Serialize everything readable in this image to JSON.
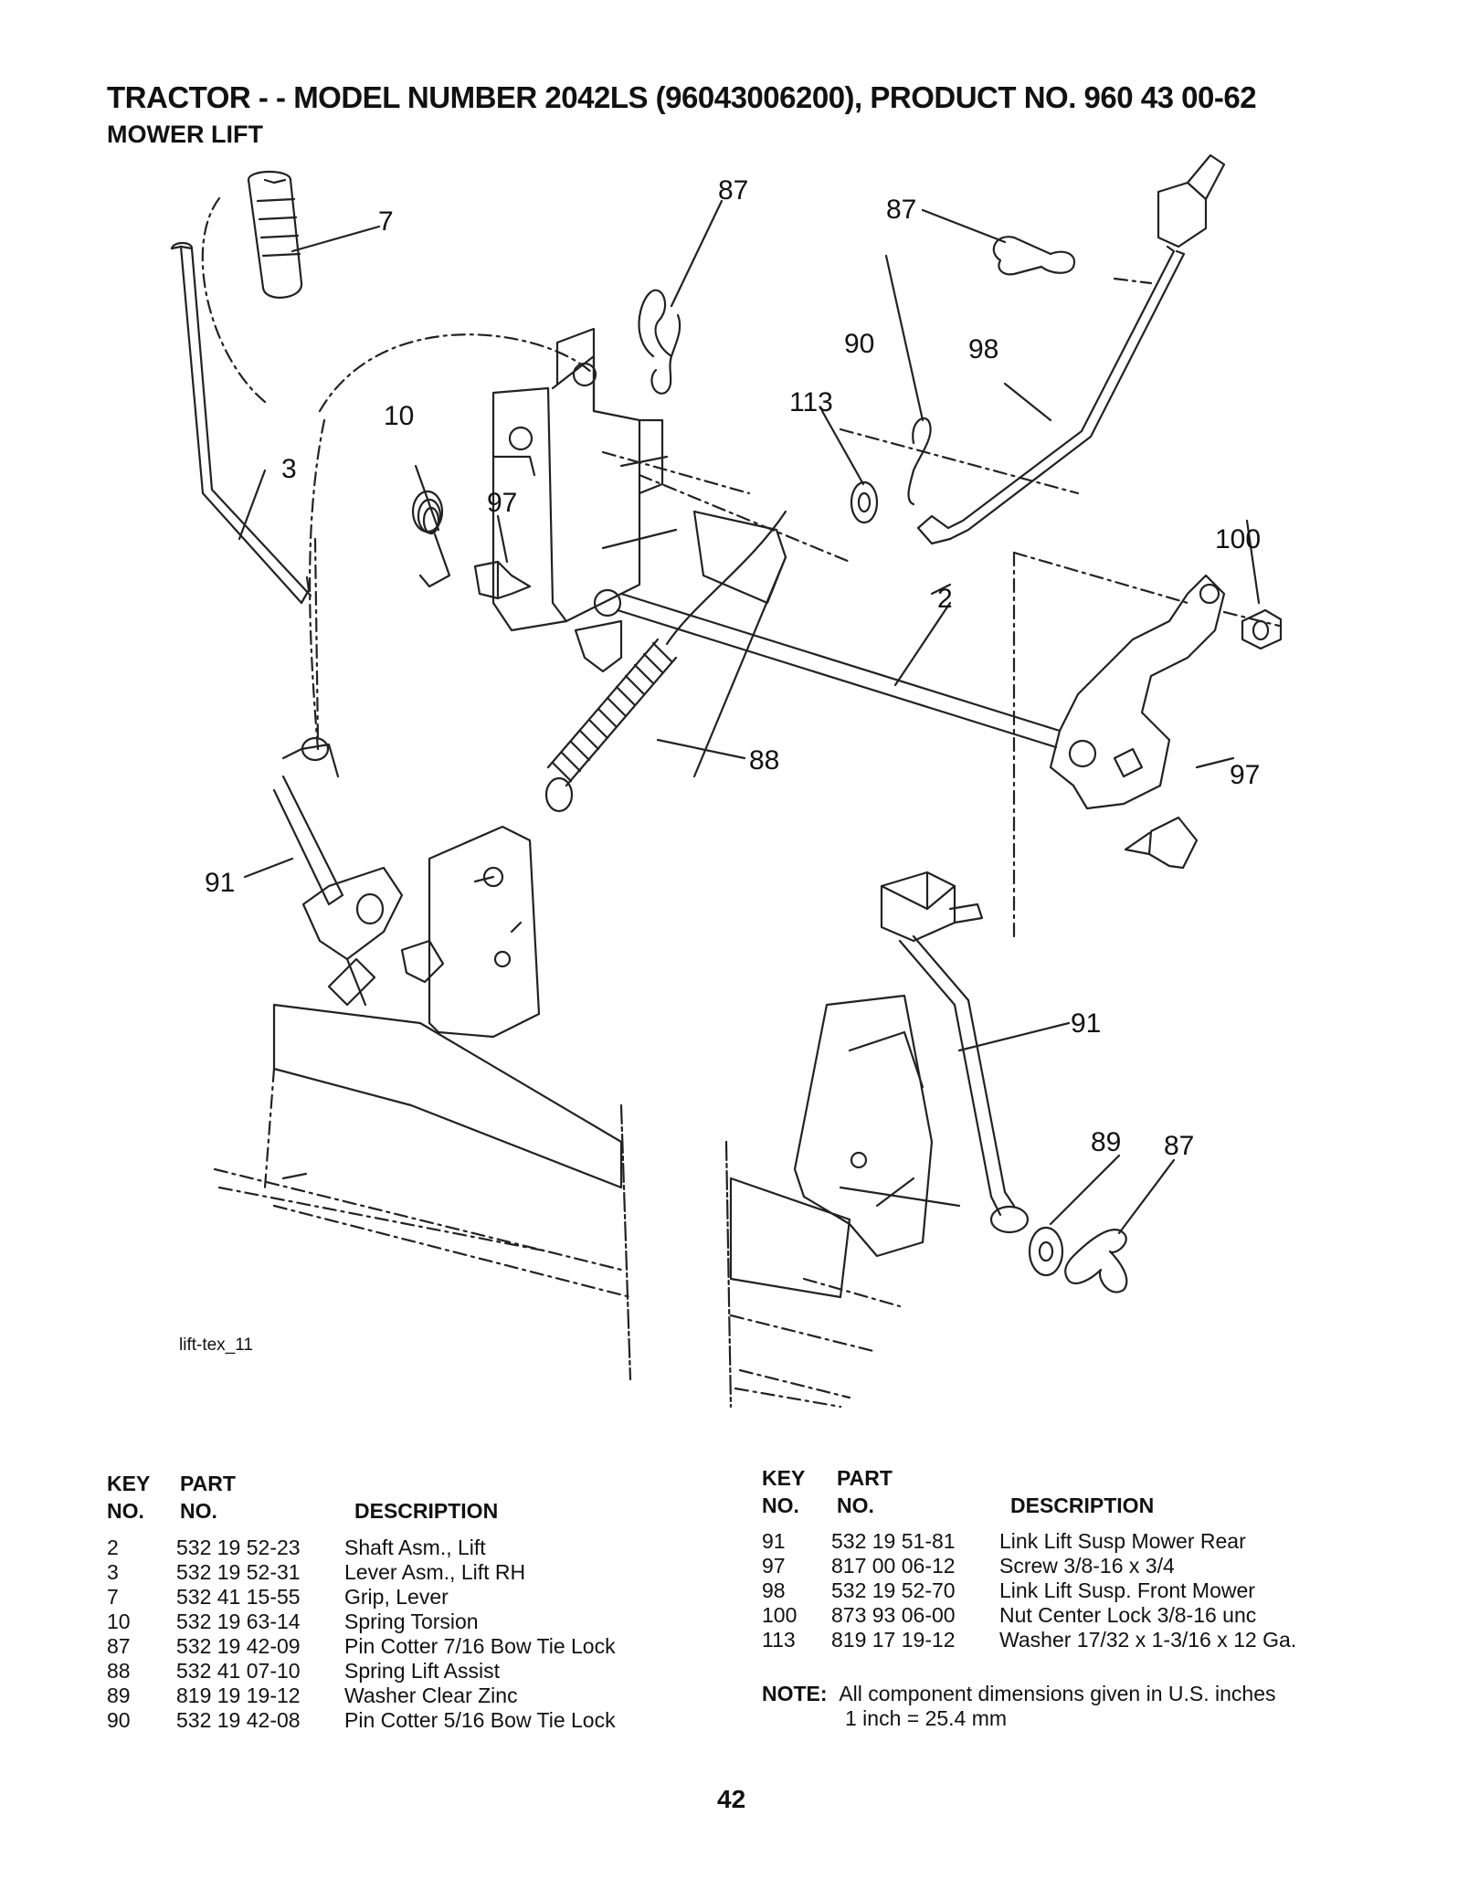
{
  "header": {
    "title": "TRACTOR - - MODEL NUMBER 2042LS (96043006200), PRODUCT NO. 960 43 00-62",
    "subtitle": "MOWER LIFT"
  },
  "diagram": {
    "code": "lift-tex_11",
    "callouts": [
      "87",
      "7",
      "87",
      "90",
      "98",
      "113",
      "10",
      "3",
      "97",
      "100",
      "2",
      "88",
      "97",
      "91",
      "91",
      "89",
      "87"
    ]
  },
  "table_headers": {
    "key": "KEY",
    "no": "NO.",
    "part": "PART",
    "part_no": "NO.",
    "description": "DESCRIPTION"
  },
  "parts_left": [
    {
      "key": "2",
      "part": "532 19 52-23",
      "desc": "Shaft Asm., Lift"
    },
    {
      "key": "3",
      "part": "532 19 52-31",
      "desc": "Lever Asm., Lift RH"
    },
    {
      "key": "7",
      "part": "532 41 15-55",
      "desc": "Grip, Lever"
    },
    {
      "key": "10",
      "part": "532 19 63-14",
      "desc": "Spring Torsion"
    },
    {
      "key": "87",
      "part": "532 19 42-09",
      "desc": "Pin Cotter 7/16 Bow Tie Lock"
    },
    {
      "key": "88",
      "part": "532 41 07-10",
      "desc": "Spring Lift Assist"
    },
    {
      "key": "89",
      "part": "819 19 19-12",
      "desc": "Washer Clear Zinc"
    },
    {
      "key": "90",
      "part": "532 19 42-08",
      "desc": "Pin Cotter 5/16 Bow Tie Lock"
    }
  ],
  "parts_right": [
    {
      "key": "91",
      "part": "532 19 51-81",
      "desc": "Link Lift Susp Mower Rear"
    },
    {
      "key": "97",
      "part": "817 00 06-12",
      "desc": "Screw 3/8-16 x 3/4"
    },
    {
      "key": "98",
      "part": "532 19 52-70",
      "desc": "Link Lift Susp. Front Mower"
    },
    {
      "key": "100",
      "part": "873 93 06-00",
      "desc": "Nut Center Lock 3/8-16 unc"
    },
    {
      "key": "113",
      "part": "819 17 19-12",
      "desc": "Washer 17/32 x 1-3/16 x 12 Ga."
    }
  ],
  "note": {
    "label": "NOTE:",
    "line1": "All component dimensions given in U.S. inches",
    "line2": "1 inch = 25.4 mm"
  },
  "page_number": "42"
}
